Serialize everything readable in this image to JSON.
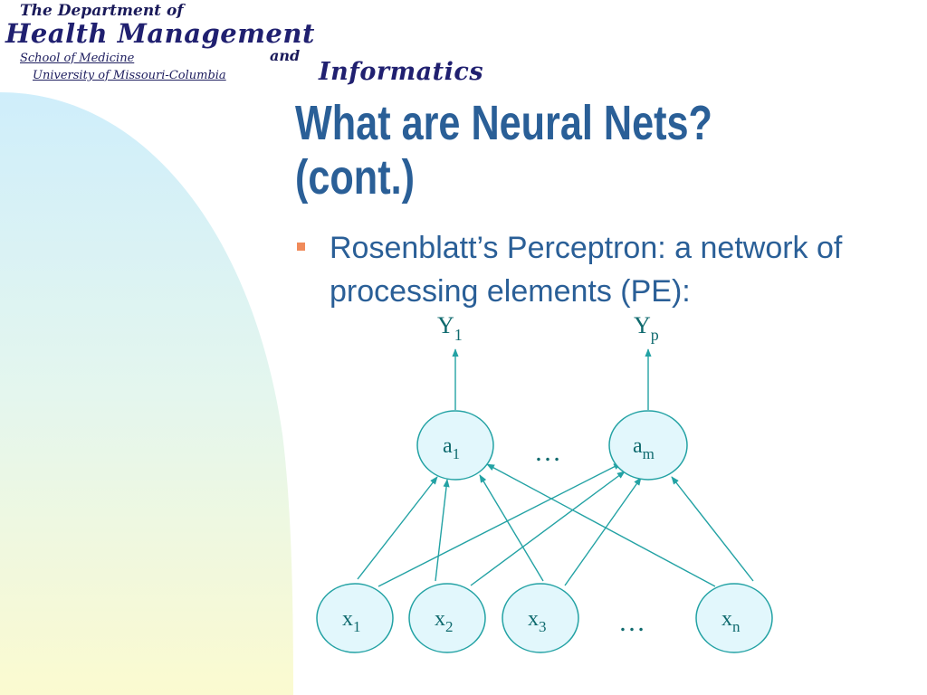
{
  "header": {
    "department_line": "The Department of",
    "health_management": "Health Management",
    "school": "School of Medicine",
    "and": "and",
    "university": "University of Missouri-Columbia",
    "informatics": "Informatics"
  },
  "slide": {
    "title": "What are Neural Nets? (cont.)",
    "bullet": "Rosenblatt’s Perceptron: a network of processing elements (PE):"
  },
  "diagram": {
    "outputs": [
      {
        "base": "Y",
        "sub": "1"
      },
      {
        "base": "Y",
        "sub": "p"
      }
    ],
    "pes": [
      {
        "base": "a",
        "sub": "1"
      },
      {
        "base": "a",
        "sub": "m"
      }
    ],
    "inputs": [
      {
        "base": "x",
        "sub": "1"
      },
      {
        "base": "x",
        "sub": "2"
      },
      {
        "base": "x",
        "sub": "3"
      },
      {
        "base": "x",
        "sub": "n"
      }
    ],
    "ellipsis": "…"
  },
  "colors": {
    "title": "#2a5f97",
    "diagram": "#23a2a4",
    "bullet_marker": "#f08a5a",
    "node_fill": "#e2f7fc"
  }
}
